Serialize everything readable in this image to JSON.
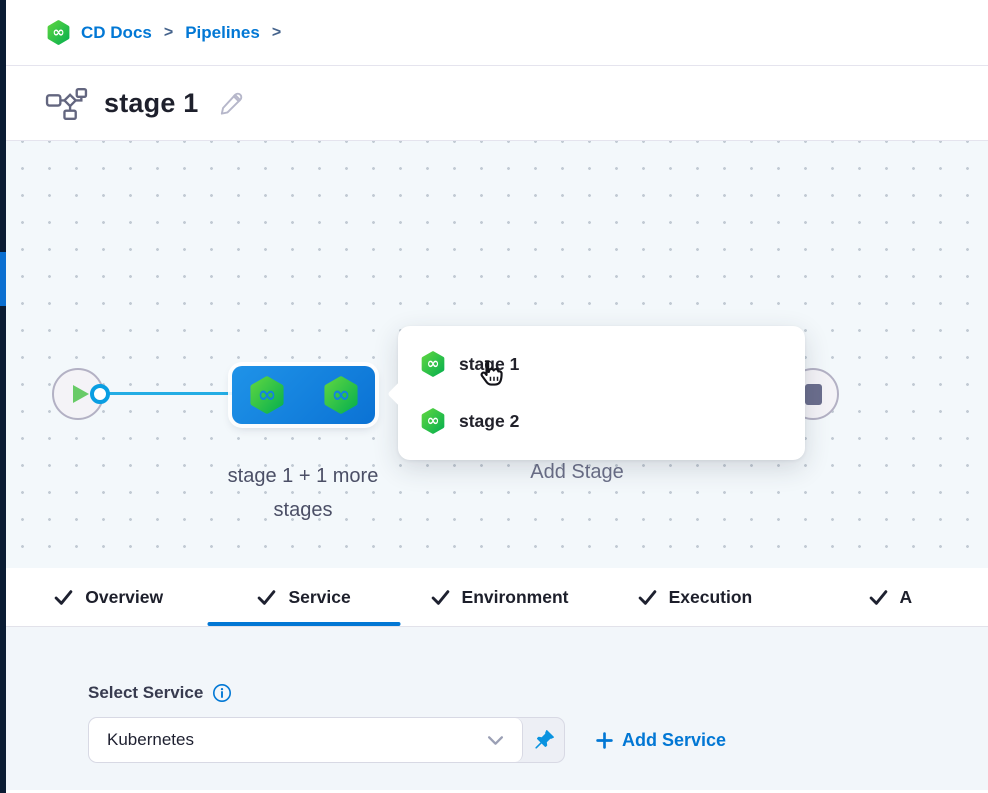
{
  "breadcrumb": {
    "separator": ">",
    "items": [
      {
        "label": "CD Docs"
      },
      {
        "label": "Pipelines"
      }
    ]
  },
  "header": {
    "title": "stage 1"
  },
  "canvas": {
    "stage_group_label": "stage 1 + 1 more stages",
    "add_stage_label": "Add Stage",
    "stage_menu": {
      "items": [
        {
          "label": "stage 1"
        },
        {
          "label": "stage 2"
        }
      ]
    }
  },
  "tabs": {
    "items": [
      {
        "label": "Overview",
        "checked": true,
        "active": false
      },
      {
        "label": "Service",
        "checked": true,
        "active": true
      },
      {
        "label": "Environment",
        "checked": true,
        "active": false
      },
      {
        "label": "Execution",
        "checked": true,
        "active": false
      },
      {
        "label": "A",
        "checked": true,
        "active": false,
        "clipped": true
      }
    ]
  },
  "service_panel": {
    "label": "Select Service",
    "selected_value": "Kubernetes",
    "add_service_plus": "+",
    "add_service_label": "Add Service"
  },
  "colors": {
    "accent_blue": "#0278d5",
    "node_blue": "#1282e0",
    "hex_green_start": "#5ad441",
    "hex_green_end": "#0ab14e",
    "connector_blue": "#23ade4",
    "rail_dark": "#0b1c33",
    "canvas_bg": "#f3f8fb"
  },
  "icons": {
    "harness_logo": "hexagon-infinity",
    "stage_icon": "hexagon-infinity",
    "title_icon": "pipeline-flowchart",
    "edit": "pencil",
    "start_node": "play",
    "end_node": "stop-square",
    "tab_check": "checkmark",
    "info": "circle-i",
    "select_caret": "chevron-down",
    "pin": "pushpin",
    "add": "plus",
    "pointer": "hand-cursor"
  }
}
